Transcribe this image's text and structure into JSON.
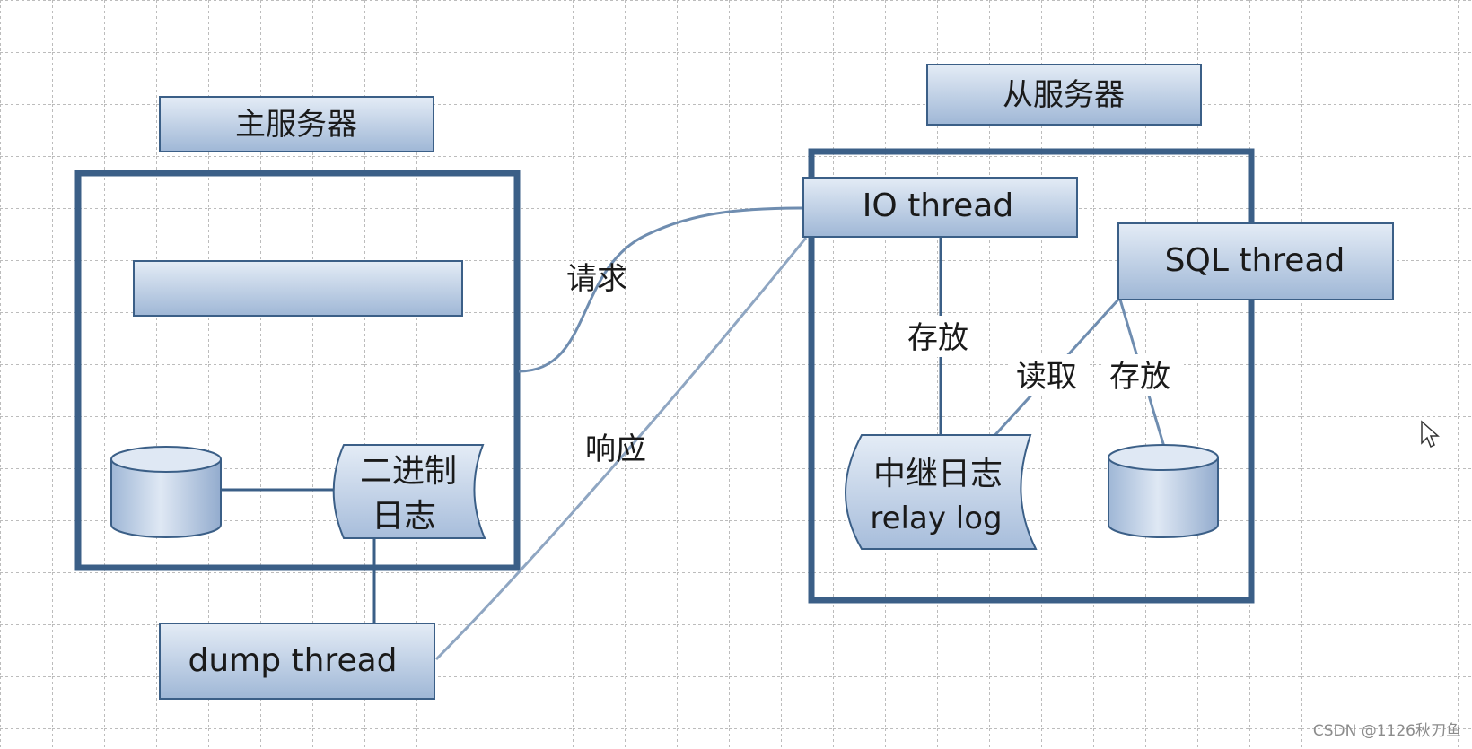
{
  "master": {
    "title": "主服务器",
    "binlog_line1": "二进制",
    "binlog_line2": "日志",
    "dump_thread": "dump thread"
  },
  "slave": {
    "title": "从服务器",
    "io_thread": "IO thread",
    "sql_thread": "SQL thread",
    "relay_line1": "中继日志",
    "relay_line2": "relay log"
  },
  "labels": {
    "request": "请求",
    "response": "响应",
    "store_io": "存放",
    "read": "读取",
    "store_sql": "存放"
  },
  "watermark": "CSDN @1126秋刀鱼",
  "colors": {
    "box_border": "#3b5f87",
    "box_fill_top": "#dce6f2",
    "box_fill_bottom": "#9db4d3",
    "line": "#6f8db0"
  }
}
